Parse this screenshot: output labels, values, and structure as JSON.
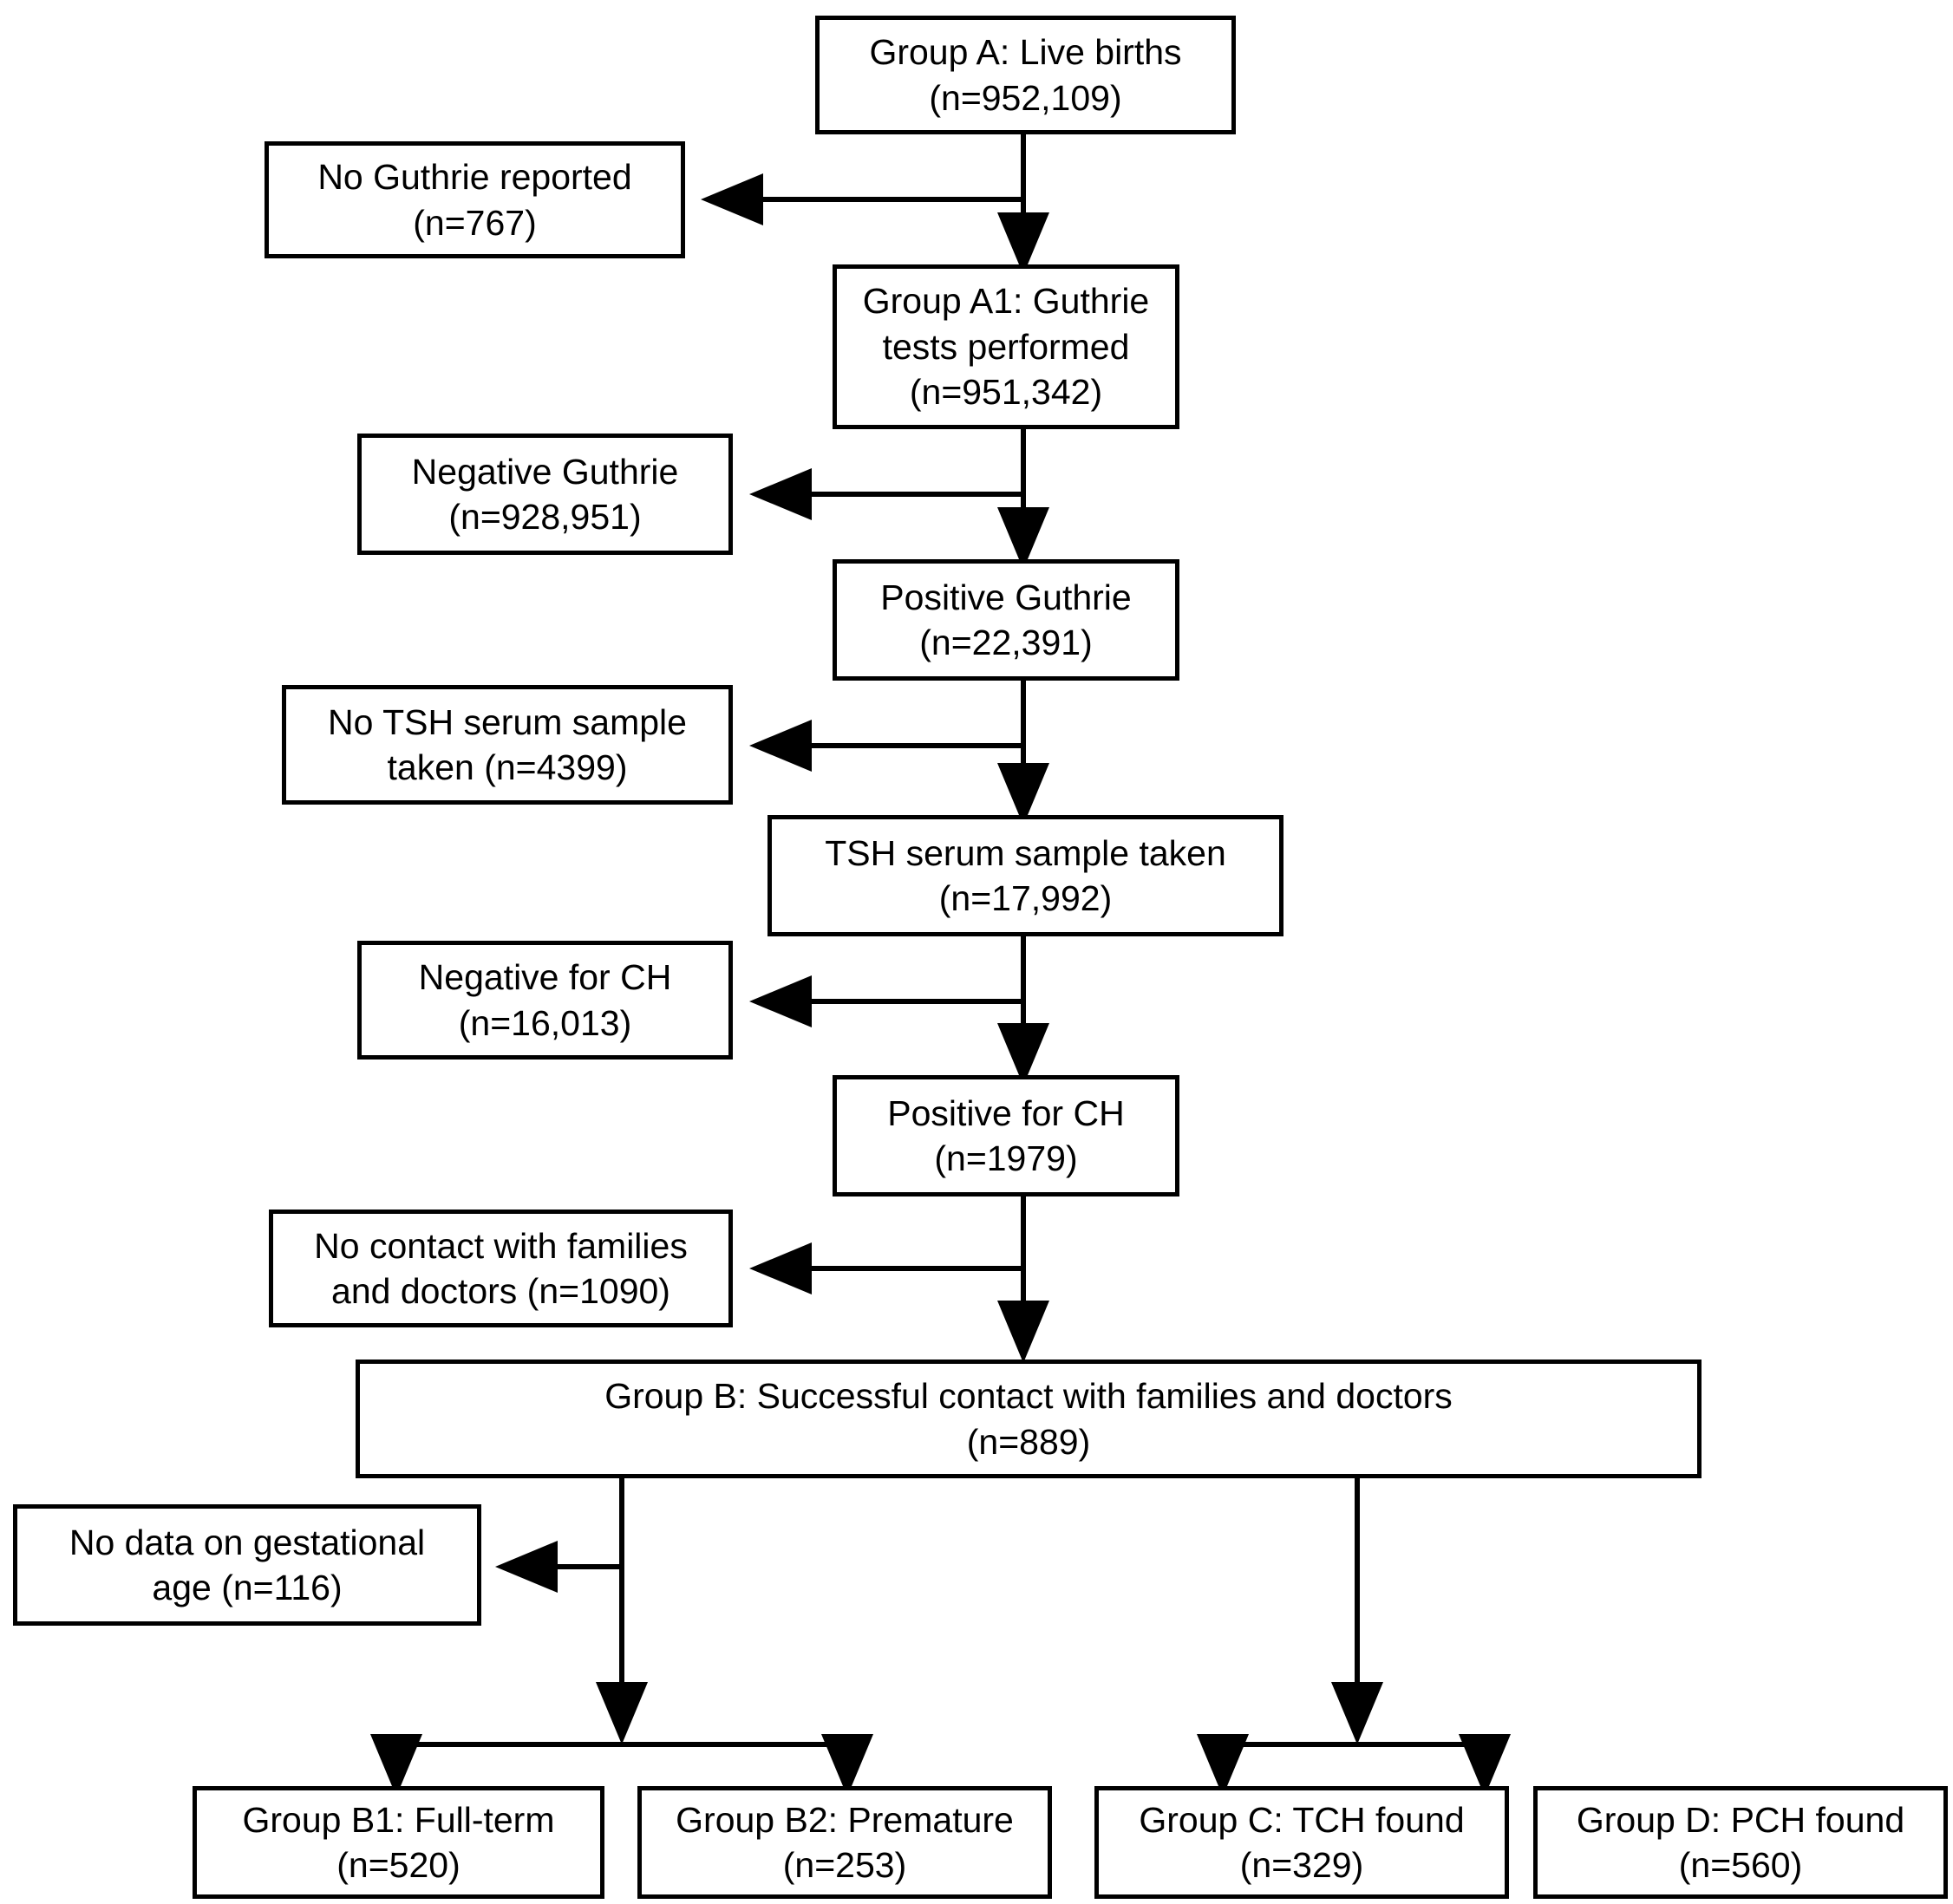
{
  "diagram": {
    "title": "Congenital hypothyroidism newborn screening flow diagram",
    "type": "flowchart",
    "orientation": "top-down",
    "stroke_color": "#000000",
    "fill_color": "#ffffff",
    "nodes": [
      {
        "id": "group-a",
        "lines": [
          "Group A: Live births",
          "(n=952,109)"
        ],
        "label": "Group A: Live births",
        "count": "952,109",
        "kind": "main"
      },
      {
        "id": "no-guthrie-reported",
        "lines": [
          "No Guthrie reported",
          "(n=767)"
        ],
        "label": "No Guthrie reported",
        "count": "767",
        "kind": "exclusion"
      },
      {
        "id": "group-a1",
        "lines": [
          "Group A1: Guthrie",
          "tests performed",
          "(n=951,342)"
        ],
        "label": "Group A1: Guthrie tests performed",
        "count": "951,342",
        "kind": "main"
      },
      {
        "id": "negative-guthrie",
        "lines": [
          "Negative Guthrie",
          "(n=928,951)"
        ],
        "label": "Negative Guthrie",
        "count": "928,951",
        "kind": "exclusion"
      },
      {
        "id": "positive-guthrie",
        "lines": [
          "Positive Guthrie",
          "(n=22,391)"
        ],
        "label": "Positive Guthrie",
        "count": "22,391",
        "kind": "main"
      },
      {
        "id": "no-tsh-serum-sample",
        "lines": [
          "No TSH serum sample",
          "taken (n=4399)"
        ],
        "label": "No TSH serum sample taken",
        "count": "4399",
        "kind": "exclusion"
      },
      {
        "id": "tsh-serum-sample-taken",
        "lines": [
          "TSH serum sample taken",
          "(n=17,992)"
        ],
        "label": "TSH serum sample taken",
        "count": "17,992",
        "kind": "main"
      },
      {
        "id": "negative-for-ch",
        "lines": [
          "Negative for CH",
          "(n=16,013)"
        ],
        "label": "Negative for CH",
        "count": "16,013",
        "kind": "exclusion"
      },
      {
        "id": "positive-for-ch",
        "lines": [
          "Positive for CH",
          "(n=1979)"
        ],
        "label": "Positive for CH",
        "count": "1979",
        "kind": "main"
      },
      {
        "id": "no-contact",
        "lines": [
          "No contact with families",
          "and doctors (n=1090)"
        ],
        "label": "No contact with families and doctors",
        "count": "1090",
        "kind": "exclusion"
      },
      {
        "id": "group-b",
        "lines": [
          "Group B: Successful contact with families and doctors",
          "(n=889)"
        ],
        "label": "Group B: Successful contact with families and doctors",
        "count": "889",
        "kind": "main"
      },
      {
        "id": "no-gestational-age",
        "lines": [
          "No data on gestational",
          "age (n=116)"
        ],
        "label": "No data on gestational age",
        "count": "116",
        "kind": "exclusion"
      },
      {
        "id": "group-b1",
        "lines": [
          "Group B1: Full-term",
          "(n=520)"
        ],
        "label": "Group B1: Full-term",
        "count": "520",
        "kind": "terminal"
      },
      {
        "id": "group-b2",
        "lines": [
          "Group B2: Premature",
          "(n=253)"
        ],
        "label": "Group B2: Premature",
        "count": "253",
        "kind": "terminal"
      },
      {
        "id": "group-c",
        "lines": [
          "Group C: TCH found",
          "(n=329)"
        ],
        "label": "Group C: TCH found",
        "count": "329",
        "kind": "terminal"
      },
      {
        "id": "group-d",
        "lines": [
          "Group D: PCH found",
          "(n=560)"
        ],
        "label": "Group D: PCH found",
        "count": "560",
        "kind": "terminal"
      }
    ],
    "edges": [
      {
        "from": "group-a",
        "to": "no-guthrie-reported",
        "style": "branch-left"
      },
      {
        "from": "group-a",
        "to": "group-a1",
        "style": "down"
      },
      {
        "from": "group-a1",
        "to": "negative-guthrie",
        "style": "branch-left"
      },
      {
        "from": "group-a1",
        "to": "positive-guthrie",
        "style": "down"
      },
      {
        "from": "positive-guthrie",
        "to": "no-tsh-serum-sample",
        "style": "branch-left"
      },
      {
        "from": "positive-guthrie",
        "to": "tsh-serum-sample-taken",
        "style": "down"
      },
      {
        "from": "tsh-serum-sample-taken",
        "to": "negative-for-ch",
        "style": "branch-left"
      },
      {
        "from": "tsh-serum-sample-taken",
        "to": "positive-for-ch",
        "style": "down"
      },
      {
        "from": "positive-for-ch",
        "to": "no-contact",
        "style": "branch-left"
      },
      {
        "from": "positive-for-ch",
        "to": "group-b",
        "style": "down"
      },
      {
        "from": "group-b",
        "to": "no-gestational-age",
        "style": "branch-left"
      },
      {
        "from": "group-b",
        "to": "group-b1",
        "style": "split"
      },
      {
        "from": "group-b",
        "to": "group-b2",
        "style": "split"
      },
      {
        "from": "group-b",
        "to": "group-c",
        "style": "split"
      },
      {
        "from": "group-b",
        "to": "group-d",
        "style": "split"
      }
    ]
  }
}
